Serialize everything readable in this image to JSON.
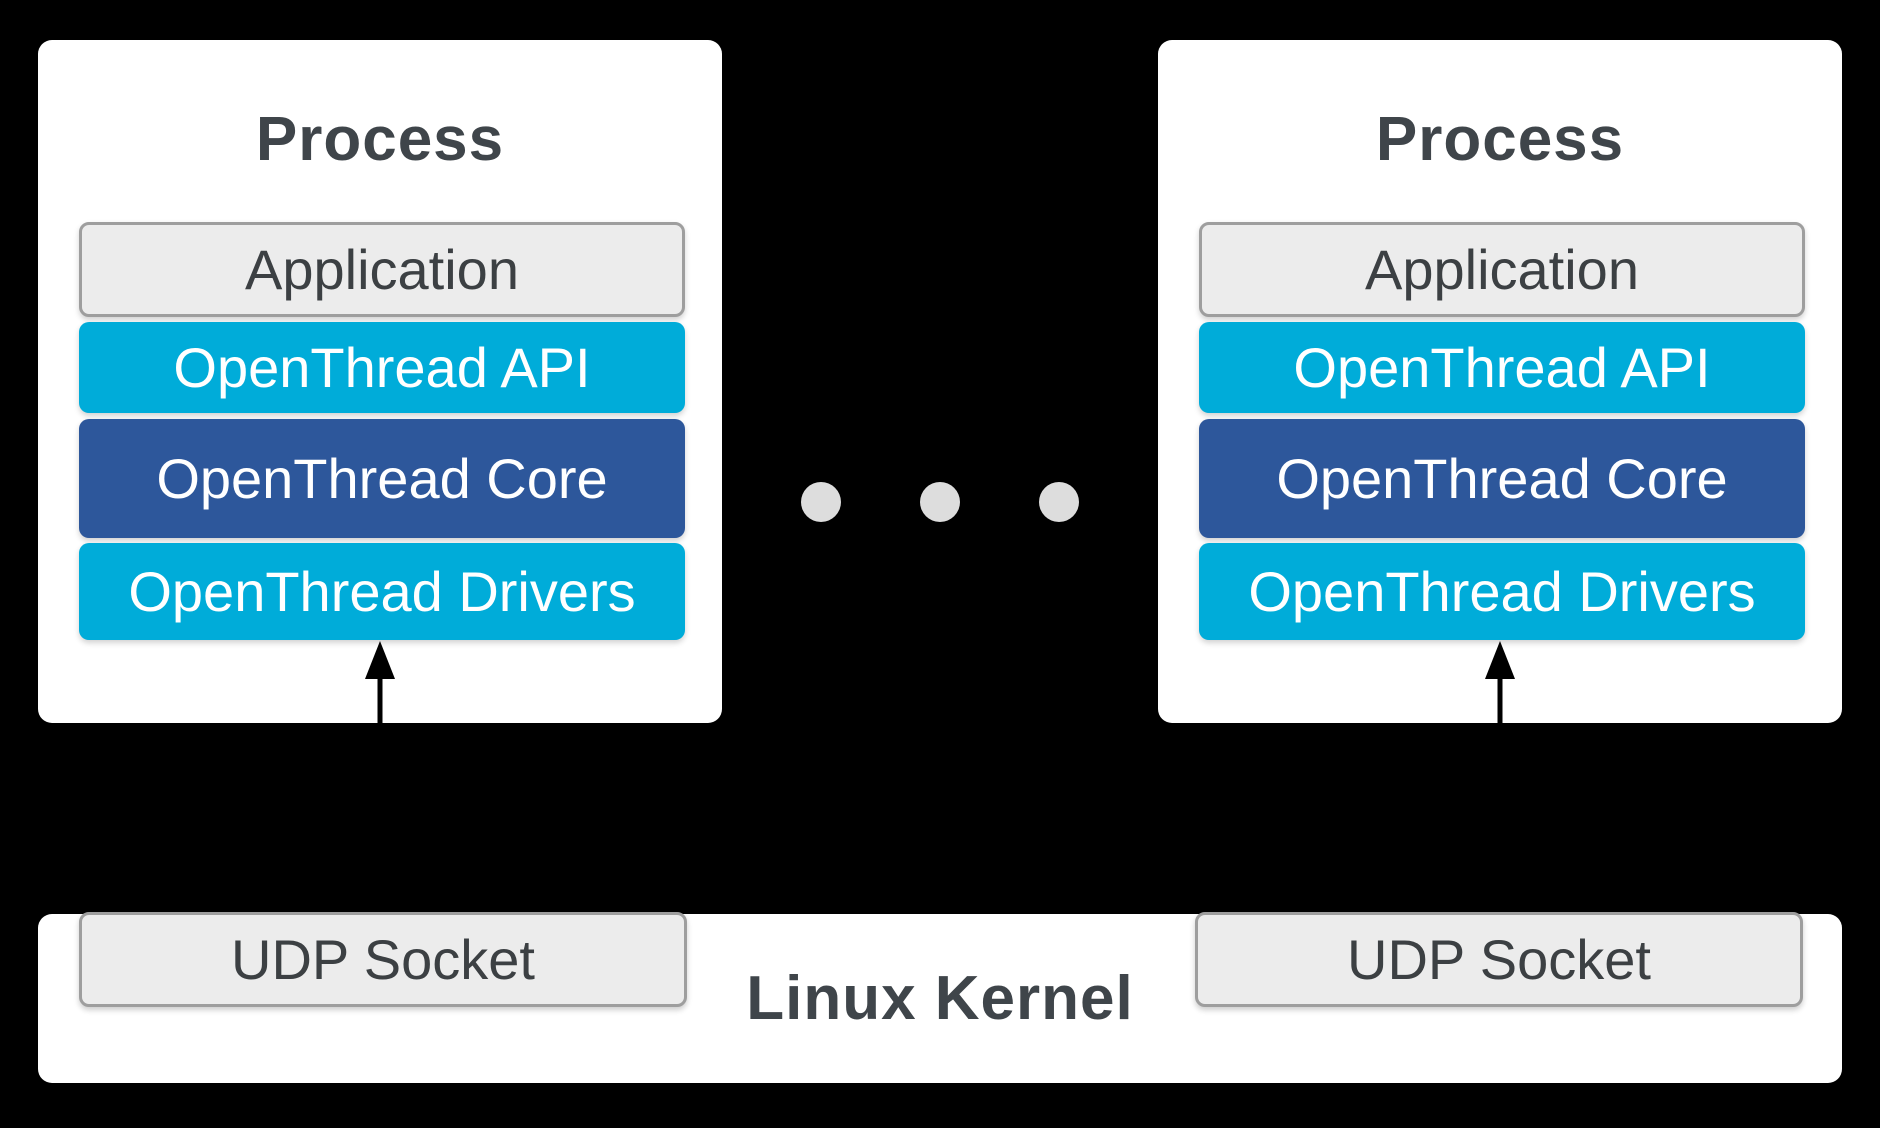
{
  "background": "#000000",
  "colors": {
    "box_white": "#FFFFFF",
    "cyan": "#00ACD9",
    "dark_blue": "#2D579B",
    "light_gray_fill": "#ECECEC",
    "gray_border": "#9E9E9E",
    "text_dark": "#3F454A",
    "text_layer_dark": "#3C4043",
    "text_white": "#FFFFFF",
    "dot_gray": "#DDDDDD",
    "arrow_black": "#000000"
  },
  "icons": {
    "arrow-up-icon": "▲ black up-arrow (css triangle + shaft)",
    "ellipsis-dot-icon": "● gray circle"
  },
  "processes": [
    {
      "title": "Process",
      "layers": [
        {
          "label": "Application",
          "bg": "#ECECEC",
          "text_color": "#3C4043"
        },
        {
          "label": "OpenThread API",
          "bg": "#00ACD9",
          "text_color": "#FFFFFF"
        },
        {
          "label": "OpenThread Core",
          "bg": "#2D579B",
          "text_color": "#FFFFFF"
        },
        {
          "label": "OpenThread Drivers",
          "bg": "#00ACD9",
          "text_color": "#FFFFFF"
        }
      ]
    },
    {
      "title": "Process",
      "layers": [
        {
          "label": "Application",
          "bg": "#ECECEC",
          "text_color": "#3C4043"
        },
        {
          "label": "OpenThread API",
          "bg": "#00ACD9",
          "text_color": "#FFFFFF"
        },
        {
          "label": "OpenThread Core",
          "bg": "#2D579B",
          "text_color": "#FFFFFF"
        },
        {
          "label": "OpenThread Drivers",
          "bg": "#00ACD9",
          "text_color": "#FFFFFF"
        }
      ]
    }
  ],
  "ellipsis": {
    "dot_count": 3,
    "color": "#DDDDDD"
  },
  "kernel": {
    "label": "Linux Kernel",
    "sockets": [
      {
        "label": "UDP Socket",
        "bg": "#ECECEC",
        "text_color": "#3C4043"
      },
      {
        "label": "UDP Socket",
        "bg": "#ECECEC",
        "text_color": "#3C4043"
      }
    ]
  }
}
